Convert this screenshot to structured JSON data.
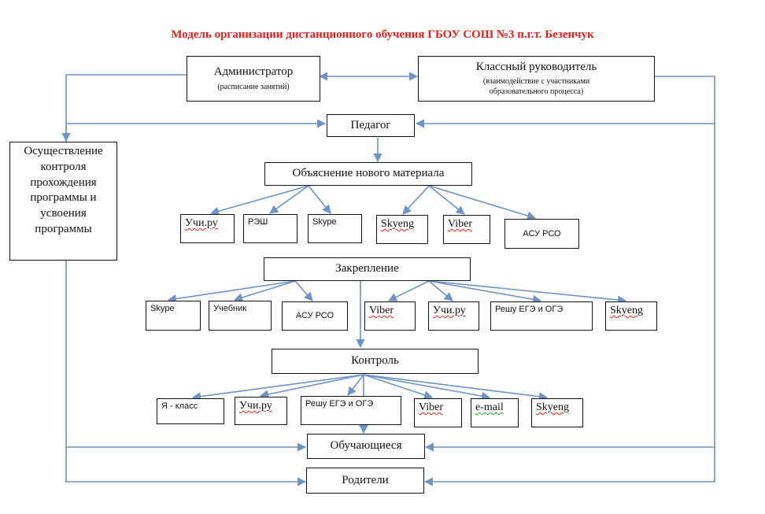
{
  "title": "Модель организации дистанционного обучения ГБОУ СОШ №3 п.г.т. Безенчук",
  "admin": {
    "title": "Администратор",
    "subtitle": "(расписание занятий)"
  },
  "class_teacher": {
    "title": "Классный руководитель",
    "subtitle_1": "(взаимодействие с участниками",
    "subtitle_2": "образовательного процесса)"
  },
  "control_box": {
    "lines": [
      "Осуществление",
      "контроля",
      "прохождения",
      "программы и",
      "усвоения",
      "программы"
    ]
  },
  "teacher": "Педагог",
  "new_material": "Объяснение нового материала",
  "new_material_tools": [
    "Учи.ру",
    "РЭШ",
    "Skype",
    "Skyeng",
    "Viber",
    "АСУ РСО"
  ],
  "consolidation": "Закрепление",
  "consolidation_tools": [
    "Skype",
    "Учебник",
    "АСУ РСО",
    "Viber",
    "Учи.ру",
    "Решу ЕГЭ и ОГЭ",
    "Skyeng"
  ],
  "control": "Контроль",
  "control_tools": [
    "Я - класс",
    "Учи.ру",
    "Решу ЕГЭ и ОГЭ",
    "Viber",
    "e-mail",
    "Skyeng"
  ],
  "students": "Обучающиеся",
  "parents": "Родители",
  "colors": {
    "title": "#e8201c",
    "connector": "#6f93c7",
    "border": "#111111",
    "spell_red": "#e8201c",
    "spell_green": "#2a9a2a"
  }
}
